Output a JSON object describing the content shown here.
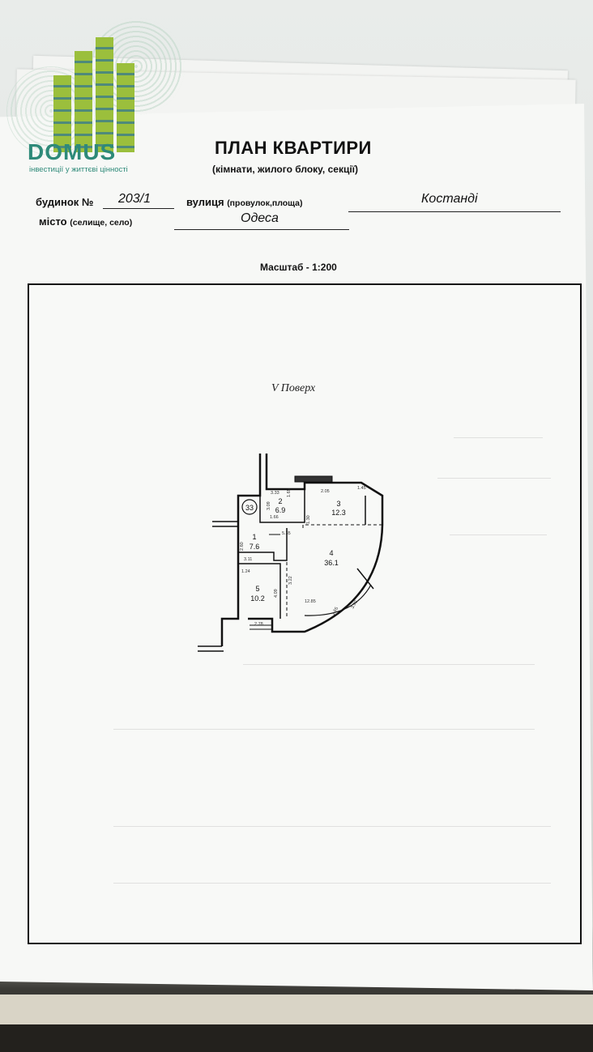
{
  "logo": {
    "brand": "DOMUS",
    "tagline": "інвестиції у життєві цінності"
  },
  "document": {
    "title": "ПЛАН КВАРТИРИ",
    "subtitle": "(кімнати, жилого блоку, секції)",
    "house_label": "будинок №",
    "house_number": "203/1",
    "street_label": "вулиця",
    "street_hint": "(провулок,площа)",
    "street_value": "Костанді",
    "city_label": "місто",
    "city_hint": "(селище, село)",
    "city_value": "Одеса",
    "scale": "Масштаб - 1:200",
    "floor": "V  Поверх"
  },
  "plan": {
    "axis_marker": "33",
    "rooms": [
      {
        "number": "1",
        "area": "7.6"
      },
      {
        "number": "2",
        "area": "6.9"
      },
      {
        "number": "3",
        "area": "12.3"
      },
      {
        "number": "4",
        "area": "36.1"
      },
      {
        "number": "5",
        "area": "10.2"
      }
    ],
    "dimensions": [
      "3.33",
      "3.09",
      "1.66",
      "1.65",
      "1.30",
      "2.05",
      "1.45",
      "2.60",
      "5.35",
      "3.11",
      "1.24",
      "4.09",
      "3.22",
      "12.85",
      "1.65",
      "3.90",
      "2.78"
    ]
  }
}
